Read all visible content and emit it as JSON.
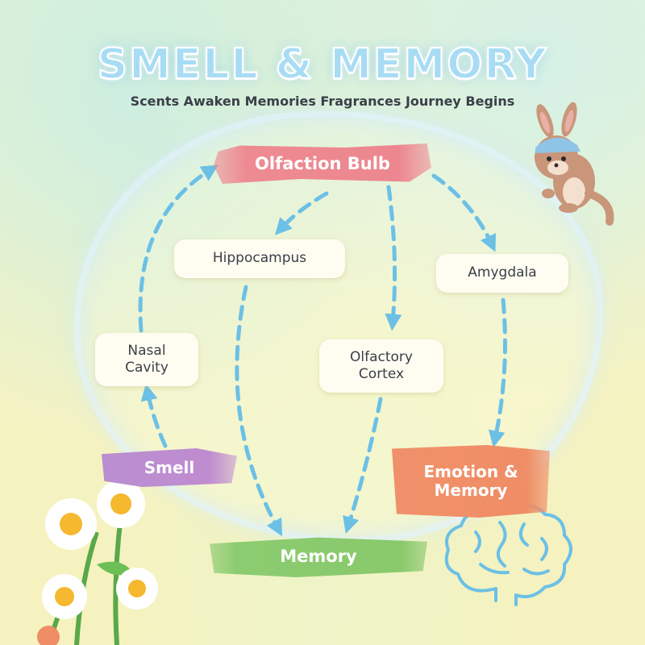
{
  "title": "SMELL & MEMORY",
  "subtitle": "Scents Awaken Memories Fragrances Journey Begins",
  "nodes": {
    "olfaction_bulb": "Olfaction Bulb",
    "hippocampus": "Hippocampus",
    "amygdala": "Amygdala",
    "nasal_cavity": "Nasal Cavity",
    "olfactory_cortex": "Olfactory Cortex",
    "smell": "Smell",
    "emotion_memory": "Emotion & Memory",
    "memory": "Memory"
  },
  "edges": [
    {
      "from": "smell",
      "to": "nasal_cavity"
    },
    {
      "from": "nasal_cavity",
      "to": "olfaction_bulb"
    },
    {
      "from": "olfaction_bulb",
      "to": "hippocampus"
    },
    {
      "from": "olfaction_bulb",
      "to": "olfactory_cortex"
    },
    {
      "from": "olfaction_bulb",
      "to": "amygdala"
    },
    {
      "from": "hippocampus",
      "to": "memory"
    },
    {
      "from": "olfactory_cortex",
      "to": "memory"
    },
    {
      "from": "amygdala",
      "to": "emotion_memory"
    }
  ],
  "colors": {
    "arrow": "#6cc0e6",
    "olfaction_bulb": "#ee8a92",
    "smell": "#c08cd0",
    "emotion_memory": "#ef8e66",
    "memory": "#8ccc70",
    "title": "#a8dcf4"
  },
  "decorations": [
    "kangaroo-mascot",
    "daisy-flowers",
    "brain-icon"
  ]
}
